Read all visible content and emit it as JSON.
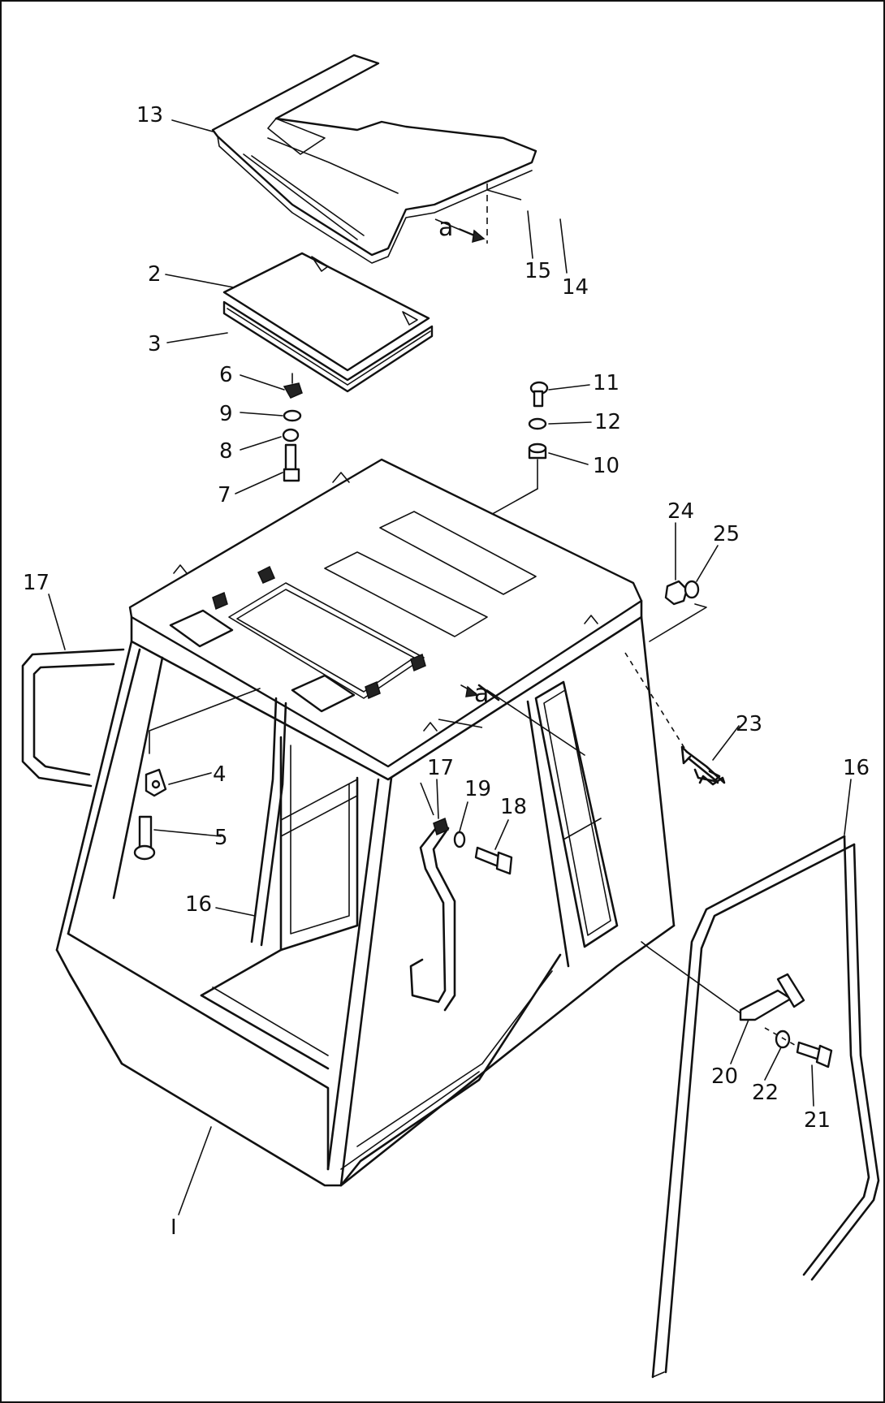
{
  "labels": [
    {
      "id": "13",
      "text": "13"
    },
    {
      "id": "15",
      "text": "15"
    },
    {
      "id": "14",
      "text": "14"
    },
    {
      "id": "2",
      "text": "2"
    },
    {
      "id": "3",
      "text": "3"
    },
    {
      "id": "6",
      "text": "6"
    },
    {
      "id": "9",
      "text": "9"
    },
    {
      "id": "8",
      "text": "8"
    },
    {
      "id": "7",
      "text": "7"
    },
    {
      "id": "11",
      "text": "11"
    },
    {
      "id": "12",
      "text": "12"
    },
    {
      "id": "10",
      "text": "10"
    },
    {
      "id": "24",
      "text": "24"
    },
    {
      "id": "25",
      "text": "25"
    },
    {
      "id": "17a",
      "text": "17"
    },
    {
      "id": "17b",
      "text": "17"
    },
    {
      "id": "4",
      "text": "4"
    },
    {
      "id": "5",
      "text": "5"
    },
    {
      "id": "16a",
      "text": "16"
    },
    {
      "id": "16b",
      "text": "16"
    },
    {
      "id": "19",
      "text": "19"
    },
    {
      "id": "18",
      "text": "18"
    },
    {
      "id": "23",
      "text": "23"
    },
    {
      "id": "20",
      "text": "20"
    },
    {
      "id": "22",
      "text": "22"
    },
    {
      "id": "21",
      "text": "21"
    },
    {
      "id": "1",
      "text": "I"
    }
  ],
  "refs": [
    {
      "id": "a1",
      "text": "a"
    },
    {
      "id": "a2",
      "text": "a"
    }
  ]
}
